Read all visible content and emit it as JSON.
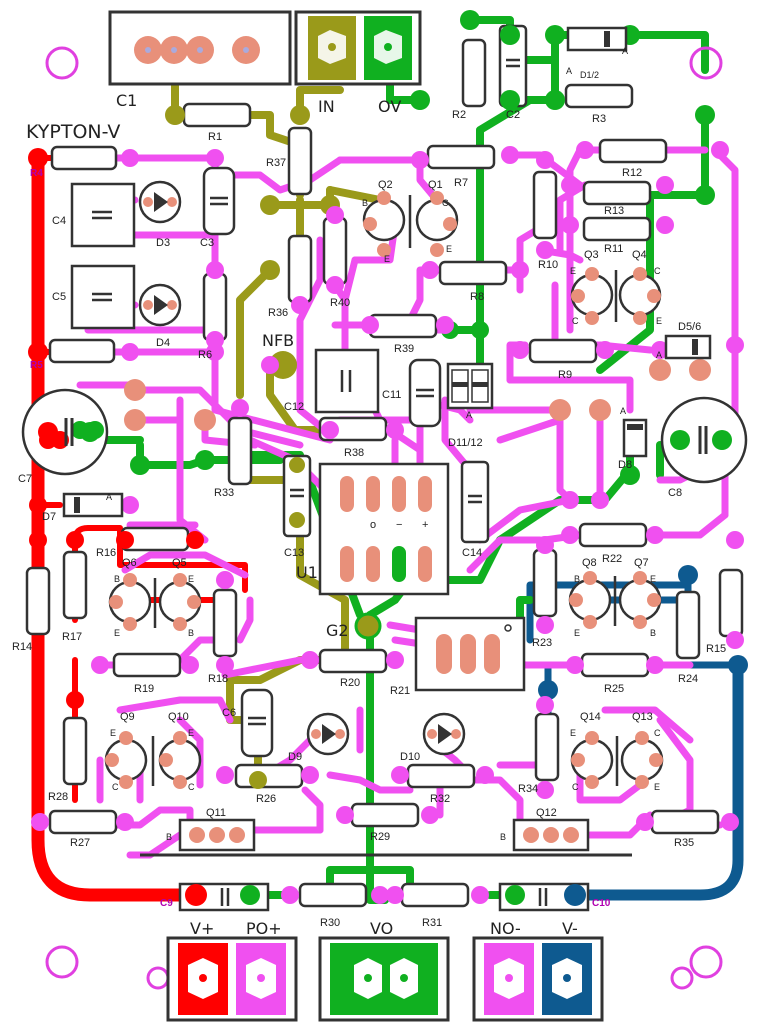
{
  "board": {
    "title": "KYPTON-V",
    "colors": {
      "magenta": "#f050f0",
      "red": "#ff0000",
      "green": "#10b020",
      "olive": "#9a9a1a",
      "blue": "#0e5a90",
      "pad": "#e8907a",
      "body": "#ffffff",
      "outline": "#333333"
    }
  },
  "labels": {
    "c1": "C1",
    "r1": "R1",
    "in": "IN",
    "ov": "OV",
    "r2": "R2",
    "c2": "C2",
    "r3": "R3",
    "d12top": "D1/2",
    "a1": "A",
    "a2": "A",
    "r4": "R4",
    "c4": "C4",
    "d3": "D3",
    "c3": "C3",
    "r37": "R37",
    "q2": "Q2",
    "q1": "Q1",
    "r7": "R7",
    "b1": "B",
    "c_q2": "C",
    "e_q2": "E",
    "e_q1": "E",
    "r12": "R12",
    "r13": "R13",
    "r11": "R11",
    "r10": "R10",
    "q3": "Q3",
    "q4": "Q4",
    "e_q3": "E",
    "c_q4": "C",
    "c_q3": "C",
    "e_q4": "E",
    "c5": "C5",
    "d4": "D4",
    "r6": "R6",
    "r36": "R36",
    "r40": "R40",
    "r8": "R8",
    "nfb": "NFB",
    "r39": "R39",
    "d5_6": "D5/6",
    "a3": "A",
    "r5": "R5",
    "c11": "C11",
    "r9": "R9",
    "c12": "C12",
    "c7": "C7",
    "r38": "R38",
    "d11_12": "D11/12",
    "c8": "C8",
    "d8": "D8",
    "a4": "A",
    "a5": "A",
    "r33": "R33",
    "d7": "D7",
    "a6": "A",
    "u1_o": "o",
    "u1_m": "−",
    "u1_p": "+",
    "c13": "C13",
    "u1": "U1",
    "c14": "C14",
    "r16": "R16",
    "q6": "Q6",
    "q5": "Q5",
    "r22": "R22",
    "q8": "Q8",
    "q7": "Q7",
    "b_q6": "B",
    "e_q5": "E",
    "b_q8": "B",
    "e_q7": "E",
    "r14": "R14",
    "r17": "R17",
    "g2": "G2",
    "r23": "R23",
    "r15": "R15",
    "e_q6": "E",
    "b_q5": "B",
    "e_q8": "E",
    "b_q7": "B",
    "r19": "R19",
    "r18": "R18",
    "r20": "R20",
    "r21": "R21",
    "r25": "R25",
    "r24": "R24",
    "c6": "C6",
    "q9": "Q9",
    "q10": "Q10",
    "q14": "Q14",
    "q13": "Q13",
    "e_q9": "E",
    "e_q10": "E",
    "e_q14": "E",
    "c_q13": "C",
    "c_q9": "C",
    "c_q10": "C",
    "c_q14": "C",
    "e_q13": "E",
    "d9": "D9",
    "d10": "D10",
    "r26": "R26",
    "r32": "R32",
    "r34": "R34",
    "r28": "R28",
    "r27": "R27",
    "q11": "Q11",
    "q12": "Q12",
    "r29": "R29",
    "r35": "R35",
    "b_q11": "B",
    "b_q12": "B",
    "c9": "C9",
    "c10": "C10",
    "r30": "R30",
    "r31": "R31",
    "vp": "V+",
    "pop": "PO+",
    "vo": "VO",
    "non": "NO-",
    "vm": "V-"
  }
}
